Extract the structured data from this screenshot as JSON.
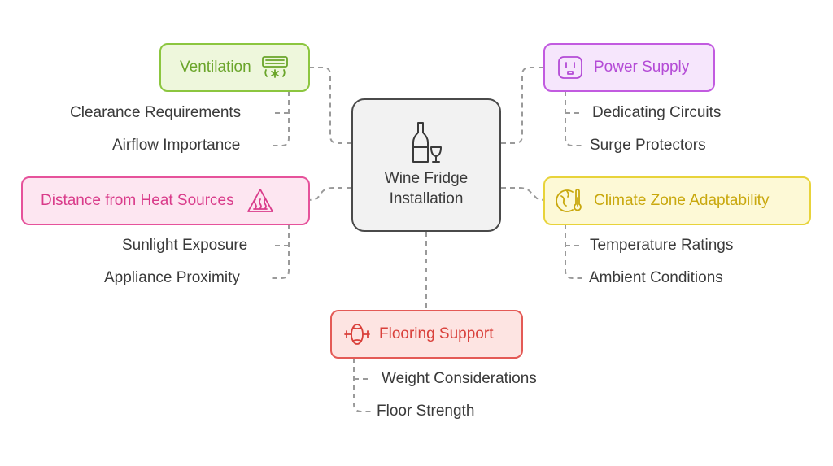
{
  "center": {
    "title_line1": "Wine Fridge",
    "title_line2": "Installation",
    "icon": "wine-bottle-glass-icon"
  },
  "colors": {
    "ventilation": {
      "border": "#8cc63f",
      "fill": "#eef7dc",
      "text": "#6aa52a"
    },
    "power": {
      "border": "#c25be0",
      "fill": "#f6e6fc",
      "text": "#b44bd6"
    },
    "heat": {
      "border": "#e6529b",
      "fill": "#fde6f1",
      "text": "#d93b8a"
    },
    "climate": {
      "border": "#e8d33a",
      "fill": "#fdf9d6",
      "text": "#c9a80e"
    },
    "flooring": {
      "border": "#e45a56",
      "fill": "#fde4e2",
      "text": "#d9403b"
    },
    "center_border": "#4a4a4a",
    "connector": "#9a9a9a"
  },
  "branches": {
    "ventilation": {
      "label": "Ventilation",
      "icon": "air-conditioner-icon",
      "items": [
        "Clearance Requirements",
        "Airflow Importance"
      ]
    },
    "power": {
      "label": "Power Supply",
      "icon": "power-outlet-icon",
      "items": [
        "Dedicating Circuits",
        "Surge Protectors"
      ]
    },
    "heat": {
      "label": "Distance from Heat Sources",
      "icon": "hot-surface-warning-icon",
      "items": [
        "Sunlight Exposure",
        "Appliance Proximity"
      ]
    },
    "climate": {
      "label": "Climate Zone Adaptability",
      "icon": "globe-thermometer-icon",
      "items": [
        "Temperature Ratings",
        "Ambient Conditions"
      ]
    },
    "flooring": {
      "label": "Flooring Support",
      "icon": "floor-support-icon",
      "items": [
        "Weight Considerations",
        "Floor Strength"
      ]
    }
  }
}
